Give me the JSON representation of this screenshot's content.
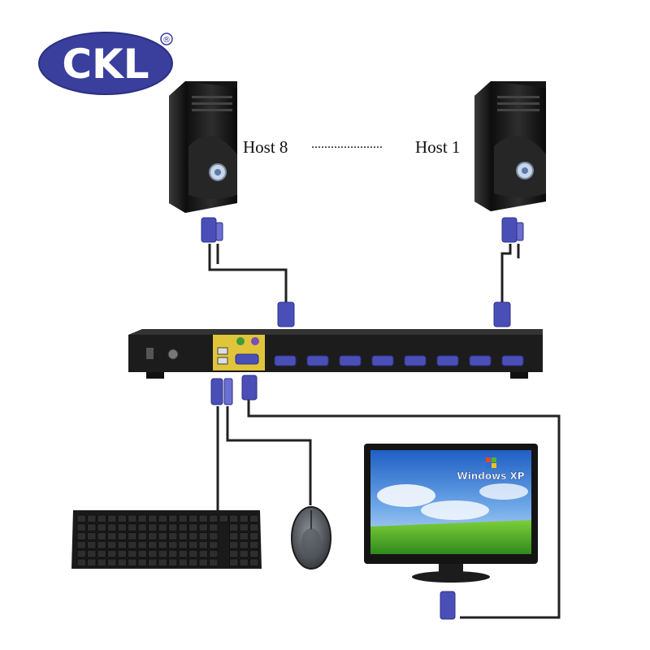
{
  "logo": {
    "text": "CKL",
    "mark": "®",
    "color": "#3a3f9e"
  },
  "hosts": {
    "left_label": "Host 8",
    "right_label": "Host 1",
    "connector": "......................"
  },
  "monitor": {
    "brand": "",
    "screen_text": "Windows XP"
  },
  "colors": {
    "connector_blue": "#4a4fb8",
    "cable": "#222222",
    "device": "#1c1c1c",
    "accent_yellow": "#e0c43a"
  }
}
